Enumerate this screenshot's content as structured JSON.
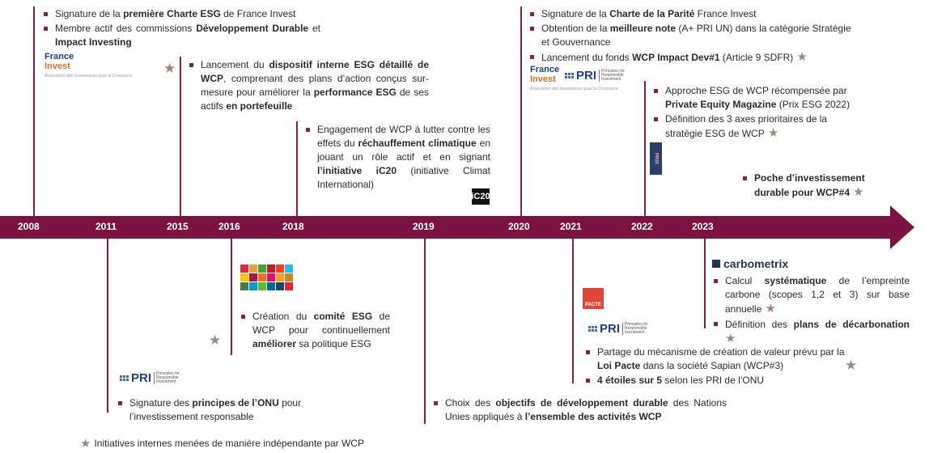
{
  "years": [
    "2008",
    "2011",
    "2015",
    "2016",
    "2018",
    "2019",
    "2020",
    "2021",
    "2022",
    "2023"
  ],
  "blocks": {
    "b2008": [
      [
        "Signature de la ",
        "**première Charte ESG**",
        " de France Invest"
      ],
      [
        "Membre actif des commissions ",
        "**Développement Durable**",
        " et ",
        "**Impact Investing**"
      ]
    ],
    "b2015": [
      [
        "Lancement du ",
        "**dispositif interne ESG détaillé de WCP**",
        ", comprenant des plans d’action conçus sur-mesure pour améliorer la ",
        "**performance ESG**",
        " de ses actifs ",
        "**en portefeuille**"
      ]
    ],
    "b2018": [
      [
        "Engagement de WCP à lutter contre les effets du ",
        "**réchauffement climatique**",
        " en jouant un rôle actif et en signant ",
        "**l’initiative iC20**",
        " (initiative Climat International)"
      ]
    ],
    "b2020": [
      [
        "Signature de la ",
        "**Charte de la Parité**",
        " France Invest"
      ],
      [
        "Obtention de la ",
        "**meilleure note**",
        " (A+ PRI UN) dans la catégorie Stratégie et Gouvernance"
      ],
      [
        "Lancement du fonds ",
        "**WCP Impact Dev#1**",
        " (Article 9 SDFR)"
      ]
    ],
    "b2022": [
      [
        "Approche ESG de WCP récompensée par ",
        "**Private Equity Magazine**",
        " (Prix ESG 2022)"
      ],
      [
        "Définition des 3 axes prioritaires de la stratégie ESG de WCP"
      ]
    ],
    "b2023top": [
      [
        "**Poche d’investissement durable pour WCP#4**"
      ]
    ],
    "b2011": [
      [
        "Signature des ",
        "**principes de l’ONU**",
        " pour l’investissement responsable"
      ]
    ],
    "b2016": [
      [
        "Création du ",
        "**comité ESG**",
        " de WCP pour continuellement ",
        "**améliorer**",
        " sa politique ESG"
      ]
    ],
    "b2019": [
      [
        "Choix des ",
        "**objectifs de développement durable**",
        " des Nations Unies appliqués à ",
        "**l’ensemble des activités WCP**"
      ]
    ],
    "b2021": [
      [
        "Partage du mécanisme de création de valeur prévu par la ",
        "**Loi Pacte**",
        " dans la société Sapian (WCP#3)"
      ],
      [
        "**4 étoiles sur 5**",
        " selon les PRI de l’ONU"
      ]
    ],
    "b2023bot": [
      [
        "Calcul ",
        "**systématique**",
        " de l’empreinte carbone (scopes 1,2 et 3) sur base annuelle"
      ],
      [
        "Définition des ",
        "**plans de décarbonation**"
      ]
    ]
  },
  "logos": {
    "france": "France",
    "invest": "Invest",
    "france_invest_tagline": "Association des Investisseurs pour la Croissance",
    "pri": "PRI",
    "pri_sub": "Principles for Responsible Investment",
    "ic20": "iC20",
    "prix": "PRIX",
    "pacte": "PACTE",
    "carbometrix": "carbometrix"
  },
  "legend": "Initiatives internes menées de manière indépendante par WCP",
  "colors": {
    "axis": "#7b1242",
    "accent": "#8c1d4b",
    "star": "#9a8a78"
  },
  "sdg_colors": [
    "#e5243b",
    "#dda63a",
    "#4c9f38",
    "#c5192d",
    "#ff3a21",
    "#26bde2",
    "#fcc30b",
    "#a21942",
    "#fd6925",
    "#dd1367",
    "#fd9d24",
    "#bf8b2e",
    "#3f7e44",
    "#0a97d9",
    "#56c02b",
    "#00689d",
    "#19486a",
    "#e5243b"
  ]
}
